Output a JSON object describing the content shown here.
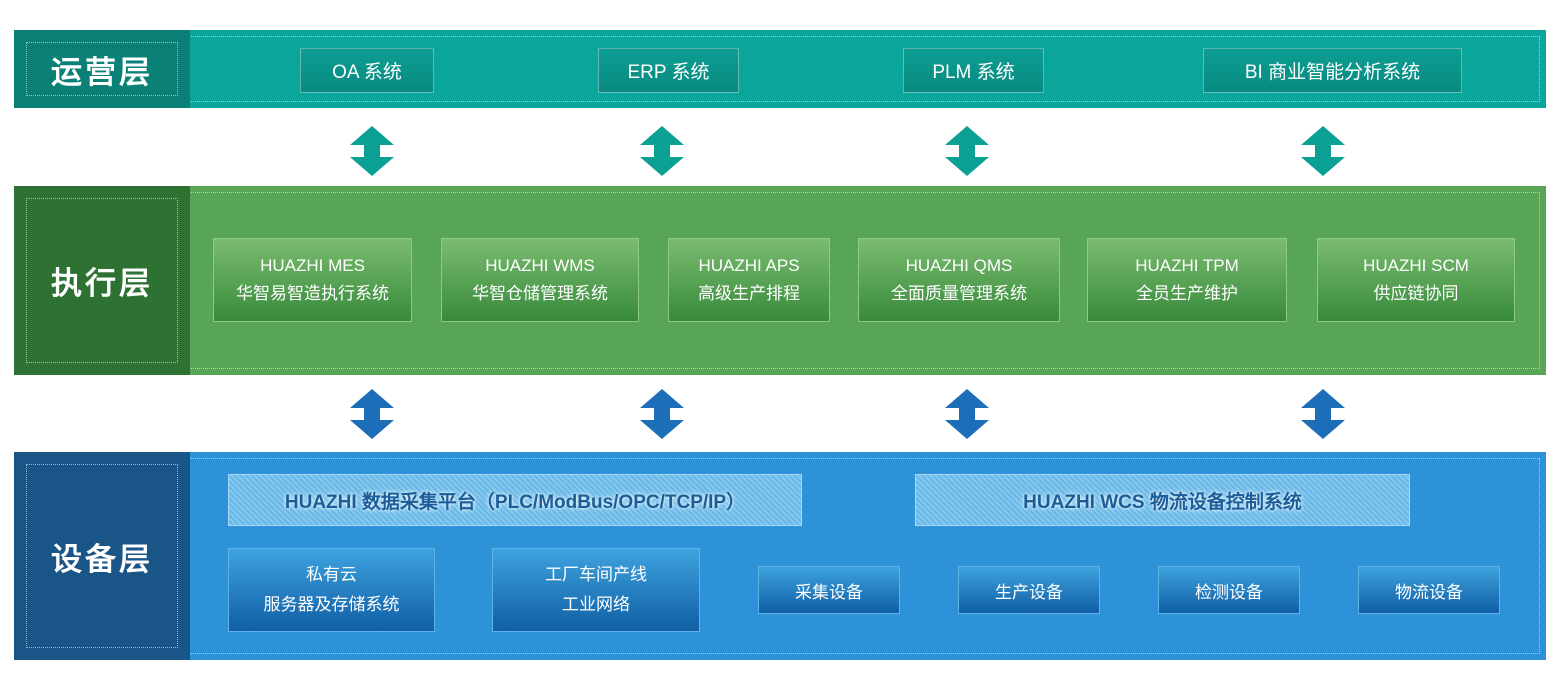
{
  "colors": {
    "operations_band": "#0BA69B",
    "operations_label_bg": "#0A8077",
    "execution_band": "#58A556",
    "execution_label_bg": "#2E7233",
    "device_band": "#2E92D8",
    "device_label_bg": "#1A5587",
    "arrow_teal": "#0BA094",
    "arrow_blue": "#1C6EB8"
  },
  "operations_layer": {
    "label": "运营层",
    "oa": "OA 系统",
    "erp": "ERP 系统",
    "plm": "PLM 系统",
    "bi": "BI 商业智能分析系统"
  },
  "execution_layer": {
    "label": "执行层",
    "boxes": [
      {
        "title": "HUAZHI MES",
        "subtitle": "华智易智造执行系统"
      },
      {
        "title": "HUAZHI WMS",
        "subtitle": "华智仓储管理系统"
      },
      {
        "title": "HUAZHI APS",
        "subtitle": "高级生产排程"
      },
      {
        "title": "HUAZHI QMS",
        "subtitle": "全面质量管理系统"
      },
      {
        "title": "HUAZHI TPM",
        "subtitle": "全员生产维护"
      },
      {
        "title": "HUAZHI SCM",
        "subtitle": "供应链协同"
      }
    ]
  },
  "device_layer": {
    "label": "设备层",
    "platforms": [
      "HUAZHI 数据采集平台（PLC/ModBus/OPC/TCP/IP）",
      "HUAZHI WCS 物流设备控制系统"
    ],
    "infrastructure": [
      {
        "line1": "私有云",
        "line2": "服务器及存储系统"
      },
      {
        "line1": "工厂车间产线",
        "line2": "工业网络"
      }
    ],
    "devices": [
      "采集设备",
      "生产设备",
      "检测设备",
      "物流设备"
    ]
  }
}
